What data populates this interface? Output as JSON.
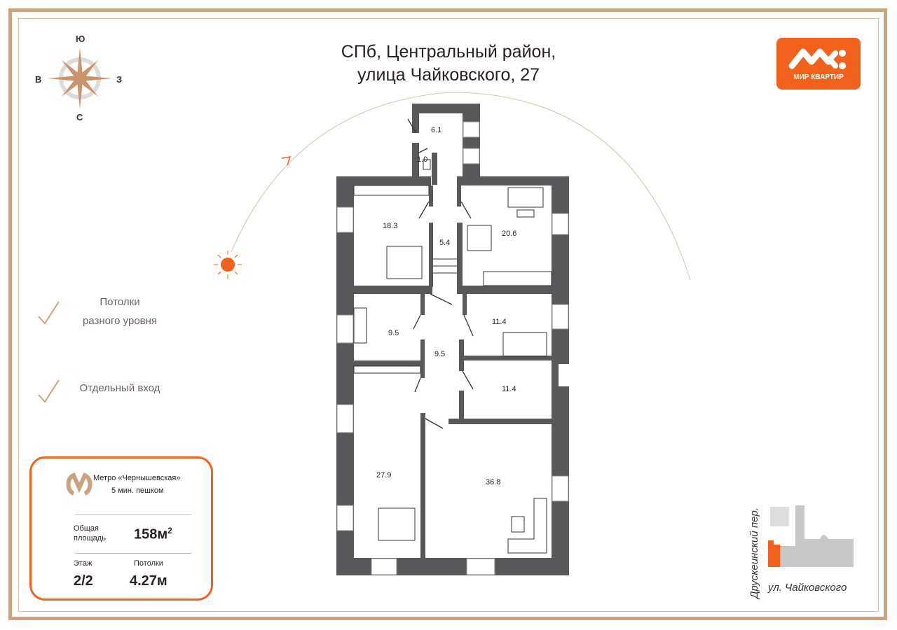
{
  "header": {
    "title_line1": "СПб, Центральный район,",
    "title_line2": "улица Чайковского, 27"
  },
  "logo": {
    "text": "МИР КВАРТИР",
    "color": "#f2621c"
  },
  "compass": {
    "north": "С",
    "south": "Ю",
    "east": "З",
    "west": "В"
  },
  "features": [
    {
      "line1": "Потолки",
      "line2": "разного уровня",
      "icon": "check-icon"
    },
    {
      "line1": "Отдельный вход",
      "icon": "check-icon"
    }
  ],
  "info": {
    "metro": "Метро «Чернышевская»",
    "walk": "5 мин. пешком",
    "area_label1": "Общая",
    "area_label2": "площадь",
    "area_value": "158м",
    "area_unit_sup": "2",
    "floor_label": "Этаж",
    "floor_value": "2/2",
    "ceiling_label": "Потолки",
    "ceiling_value": "4.27м"
  },
  "rooms": [
    "6.1",
    "1.0",
    "18.3",
    "5.4",
    "20.6",
    "9.5",
    "11.4",
    "9.5",
    "11.4",
    "27.9",
    "36.8"
  ],
  "map": {
    "street_vertical": "Друскеинский пер.",
    "street_horizontal": "ул. Чайковского"
  },
  "colors": {
    "accent": "#f2621c",
    "frame": "#c9a27e",
    "wall": "#58585a"
  }
}
